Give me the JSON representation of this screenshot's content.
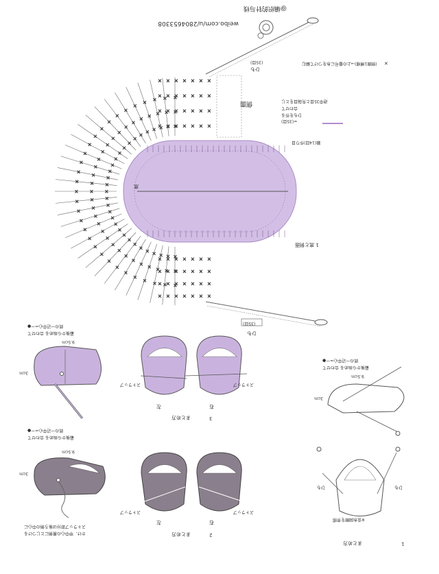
{
  "watermark": {
    "text": "weibo.com/u/2804653308",
    "handle": "@编织的针与线"
  },
  "note_top": "(側面1模様)→上の番号に糸をつけて編む",
  "main": {
    "section_label": "1 底と側面",
    "bottom_label": "底",
    "side_label": "側面",
    "start_note": "鎖(14目)作り目",
    "tie_label": "ひも",
    "tie_count": "(35目)",
    "color_note": "=(35目)",
    "joint_note_lines": [
      "途中35目と先端目をとじ",
      "合わせて",
      "ひもを作る"
    ]
  },
  "panel1": {
    "number": "1",
    "title": "まとめ方",
    "note": "※金糸図解を参照",
    "left_label": "ひも",
    "right_label": "ひも",
    "dim_w": "9.5cm",
    "dim_h": "3cm",
    "note_lines": [
      "底の一辺中心=ー●",
      "最後から始める 合わせて"
    ]
  },
  "panel2": {
    "number": "2",
    "title": "まとめ方",
    "left": "左",
    "right": "右",
    "strap": "ストラップ",
    "dim_w": "9.5cm",
    "dim_h": "3cm",
    "note_lines": [
      "底の一辺中心=ー●",
      "最後から始める 合わせて"
    ],
    "strap_note_lines": [
      "ストラップ部分は後ろ側の中心に",
      "かけ、甲中心の裏側にとじつける"
    ]
  },
  "panel3": {
    "number": "3",
    "title": "まとめ方",
    "left": "左",
    "right": "右",
    "strap": "ストラップ",
    "dim_w": "9.5cm",
    "dim_h": "3cm",
    "note_lines": [
      "底の一辺中心=ー●",
      "最後から始める 合わせて"
    ]
  },
  "colors": {
    "lavender": "#cdb7e0",
    "lavender_dark": "#a98bc4",
    "slipper_gray": "#8a7f8c",
    "line": "#555555"
  }
}
